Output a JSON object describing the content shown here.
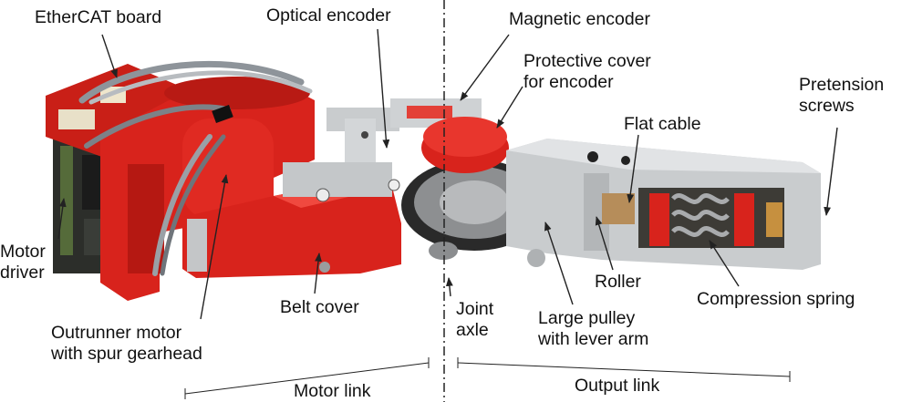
{
  "colors": {
    "housing_red": "#d8231c",
    "aluminium": "#c9ccce",
    "belt": "#2a2a2a",
    "spring": "#a9abad",
    "annotation_line": "#222222"
  },
  "labels": {
    "ethercat_board": "EtherCAT board",
    "optical_encoder": "Optical encoder",
    "magnetic_encoder": "Magnetic encoder",
    "protective_cover": [
      "Protective cover",
      "for encoder"
    ],
    "pretension_screws": [
      "Pretension",
      "screws"
    ],
    "flat_cable": "Flat cable",
    "motor_driver": [
      "Motor",
      "driver"
    ],
    "belt_cover": "Belt cover",
    "joint_axle": [
      "Joint",
      "axle"
    ],
    "roller": "Roller",
    "large_pulley": [
      "Large pulley",
      "with lever arm"
    ],
    "compression_spring": "Compression spring",
    "outrunner_motor": [
      "Outrunner motor",
      "with spur gearhead"
    ],
    "motor_link": "Motor link",
    "output_link": "Output link"
  }
}
